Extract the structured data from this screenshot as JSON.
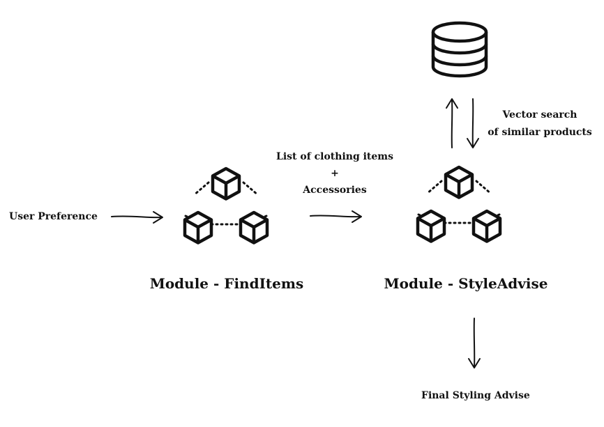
{
  "diagram": {
    "input_label": "User Preference",
    "module_findItems": {
      "title": "Module - FindItems"
    },
    "module_styleAdvise": {
      "title": "Module - StyleAdvise"
    },
    "transfer_label": {
      "line1": "List of clothing items",
      "line2": "+",
      "line3": "Accessories"
    },
    "vector_search": {
      "line1": "Vector search",
      "line2": "of similar products"
    },
    "output_label": "Final Styling Advise",
    "icons": {
      "database": "database-icon",
      "module": "modules-cluster-icon",
      "cube": "cube-icon"
    },
    "colors": {
      "stroke": "#111111",
      "background": "#ffffff"
    }
  }
}
